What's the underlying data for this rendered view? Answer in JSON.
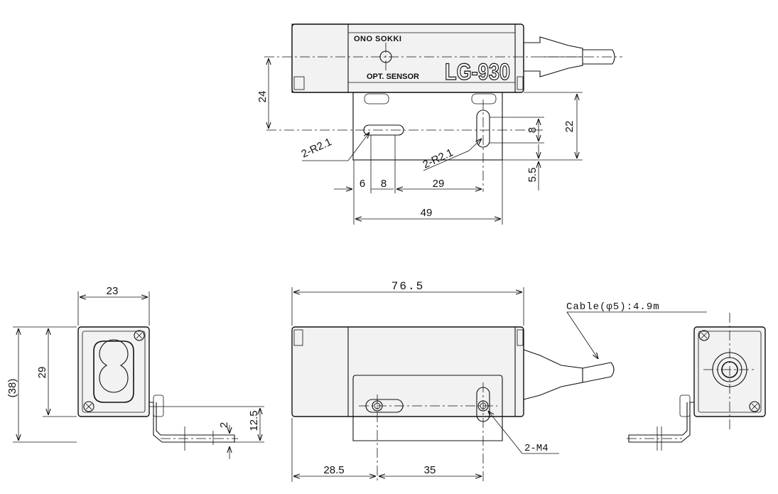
{
  "brand": {
    "maker": "ONO SOKKI",
    "model": "LG-930",
    "subtitle": "OPT. SENSOR"
  },
  "dimensions": {
    "top_height": "24",
    "slot_len": "8",
    "base_height": "22",
    "base_step": "5.5",
    "slot_radius_left": "2-R2.1",
    "slot_radius_right": "2-R2.1",
    "dim_6": "6",
    "dim_8": "8",
    "dim_29": "29",
    "dim_49": "49",
    "front_width": "23",
    "front_height": "29",
    "front_total": "(38)",
    "dim_2": "2",
    "dim_12_5": "12.5",
    "side_length": "76.5",
    "dim_28_5": "28.5",
    "dim_35": "35",
    "cable": "Cable(φ5):4.9m",
    "screw": "2-M4"
  }
}
